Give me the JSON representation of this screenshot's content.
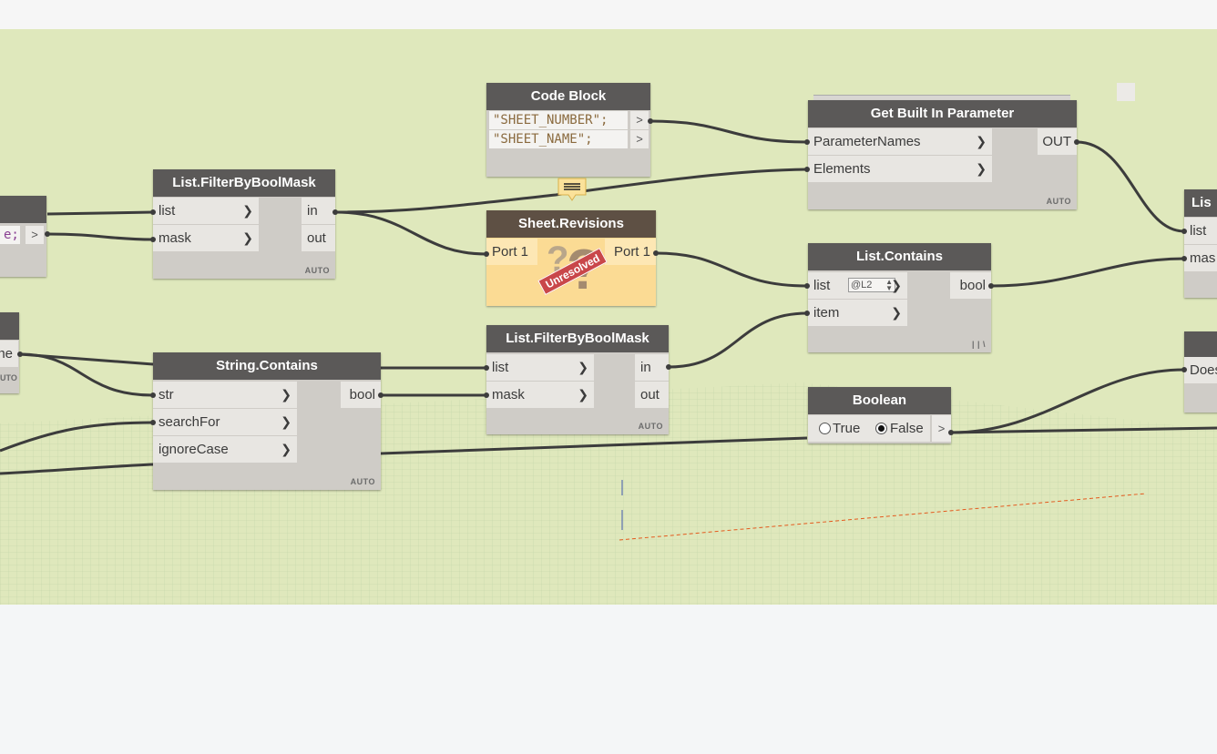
{
  "nodes": {
    "code_block": {
      "title": "Code Block",
      "lines": [
        "\"SHEET_NUMBER\";",
        "\"SHEET_NAME\";"
      ],
      "out_symbol": ">"
    },
    "get_built_in_parameter": {
      "title": "Get Built In Parameter",
      "inputs": [
        "ParameterNames",
        "Elements"
      ],
      "output": "OUT",
      "lacing": "AUTO"
    },
    "filter_top": {
      "title": "List.FilterByBoolMask",
      "inputs": [
        "list",
        "mask"
      ],
      "outputs": [
        "in",
        "out"
      ],
      "lacing": "AUTO"
    },
    "sheet_revisions": {
      "title": "Sheet.Revisions",
      "input": "Port 1",
      "output": "Port 1",
      "stamp": "Unresolved"
    },
    "list_contains": {
      "title": "List.Contains",
      "inputs": [
        "list",
        "item"
      ],
      "level": "@L2",
      "output": "bool",
      "lacing": "| | \\"
    },
    "string_contains": {
      "title": "String.Contains",
      "inputs": [
        "str",
        "searchFor",
        "ignoreCase"
      ],
      "output": "bool",
      "lacing": "AUTO"
    },
    "filter_mid": {
      "title": "List.FilterByBoolMask",
      "inputs": [
        "list",
        "mask"
      ],
      "outputs": [
        "in",
        "out"
      ],
      "lacing": "AUTO"
    },
    "boolean": {
      "title": "Boolean",
      "option_true": "True",
      "option_false": "False",
      "selected": "False",
      "out_symbol": ">"
    },
    "edge_right_top": {
      "title": "Lis",
      "inputs": [
        "list",
        "mas"
      ]
    },
    "edge_right_mid": {
      "input": "Does"
    },
    "edge_left_code": {
      "fragment": "e;",
      "out_symbol": ">"
    },
    "edge_left_mid": {
      "fragment": "ne",
      "lacing": "UTO"
    }
  },
  "colors": {
    "canvas": "#dfe8bc",
    "node_header": "#5b5958",
    "node_body": "#cfccc7",
    "warning_body": "#fbdb94",
    "warning_header": "#5e5044",
    "wire": "#3c3c3c",
    "selection_dash": "#e45a1e"
  }
}
